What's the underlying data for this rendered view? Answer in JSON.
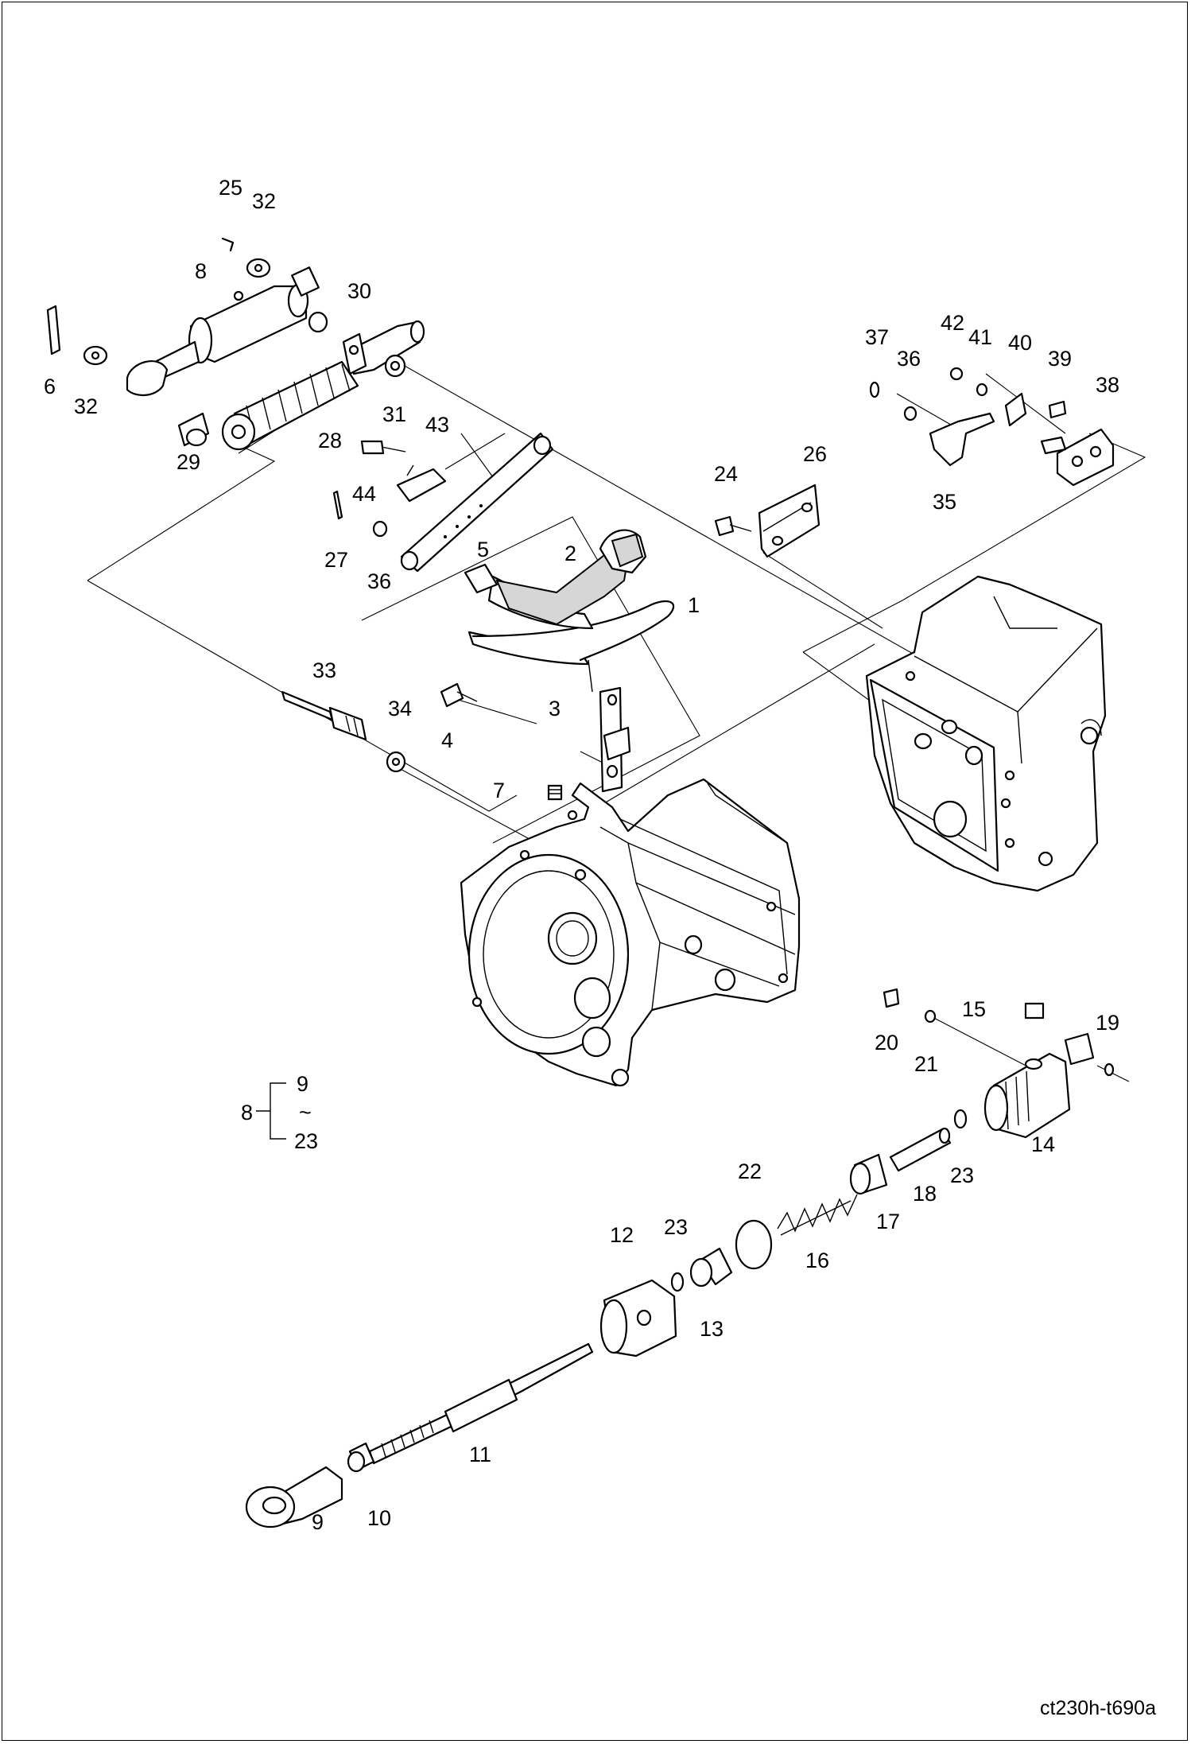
{
  "doc_code": "ct230h-t690a",
  "callouts": [
    "1",
    "2",
    "3",
    "4",
    "5",
    "6",
    "7",
    "8",
    "9",
    "10",
    "11",
    "12",
    "13",
    "14",
    "15",
    "16",
    "17",
    "18",
    "19",
    "20",
    "21",
    "22",
    "23",
    "24",
    "25",
    "26",
    "27",
    "28",
    "29",
    "30",
    "31",
    "32",
    "33",
    "34",
    "35",
    "36",
    "37",
    "38",
    "39",
    "40",
    "41",
    "42",
    "43",
    "44"
  ],
  "callouts_extra": [
    "32",
    "36",
    "23",
    "23"
  ],
  "legend": {
    "assembly": "8",
    "from": "9",
    "range_symbol": "~",
    "to": "23"
  }
}
